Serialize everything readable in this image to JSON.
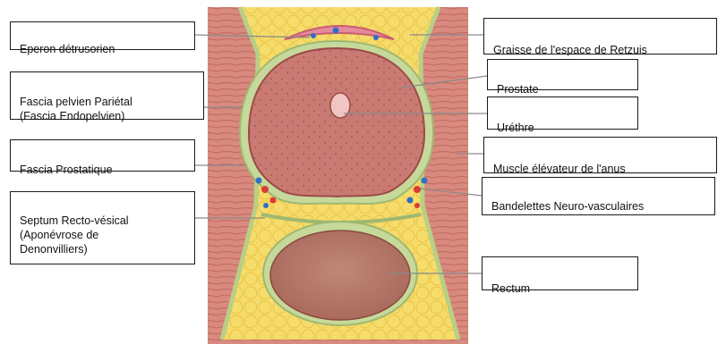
{
  "diagram": {
    "labels": {
      "eperon": "Eperon détrusorien",
      "fascia_parietal": "Fascia pelvien Pariétal\n(Fascia Endopelvien)",
      "fascia_prostatique": "Fascia Prostatique",
      "septum": "Septum Recto-vésical\n(Aponévrose de\nDenonvilliers)",
      "graisse": "Graisse de l'espace de Retzuis",
      "prostate": "Prostate",
      "urethre": "Uréthre",
      "muscle": "Muscle élévateur de l'anus",
      "bandelettes": "Bandelettes Neuro-vasculaires",
      "rectum": "Rectum"
    },
    "colors": {
      "muscle": "#d98a7e",
      "fat": "#f6dc6a",
      "fascia": "#c6d99a",
      "prostate": "#c97a72",
      "rectum": "#b97a6c",
      "vein": "#2f6fc6",
      "artery": "#d93a3a",
      "leader": "#8a8a8a"
    }
  }
}
